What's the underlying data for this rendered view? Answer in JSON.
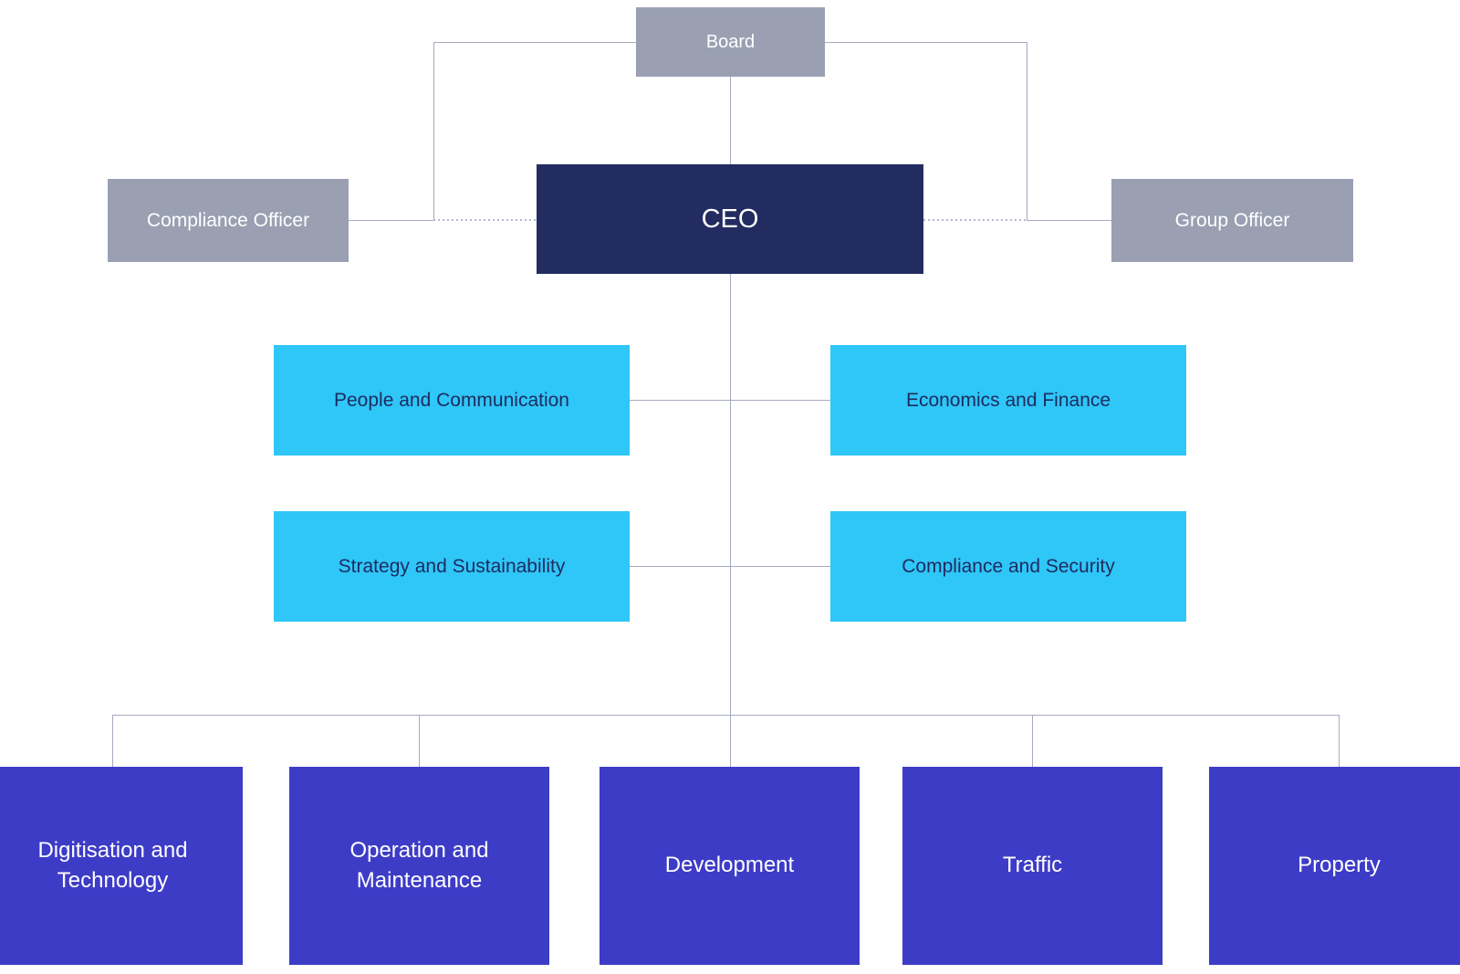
{
  "org_chart": {
    "board": {
      "label": "Board"
    },
    "ceo": {
      "label": "CEO"
    },
    "officers": [
      {
        "label": "Compliance Officer"
      },
      {
        "label": "Group Officer"
      }
    ],
    "staff_functions": [
      {
        "label": "People and Communication"
      },
      {
        "label": "Economics and Finance"
      },
      {
        "label": "Strategy and Sustainability"
      },
      {
        "label": "Compliance and Security"
      }
    ],
    "departments": [
      {
        "label": "Digitisation and Technology"
      },
      {
        "label": "Operation and Maintenance"
      },
      {
        "label": "Development"
      },
      {
        "label": "Traffic"
      },
      {
        "label": "Property"
      }
    ],
    "colors": {
      "board_and_officers": "#9aa0b2",
      "ceo": "#232c61",
      "staff_functions": "#2fc6f8",
      "departments": "#3d3cc7",
      "connector_line": "#a5aabf",
      "dotted_connector_line": "#b4b8cb",
      "staff_text": "#1e2b5e",
      "light_text": "#ffffff"
    }
  }
}
